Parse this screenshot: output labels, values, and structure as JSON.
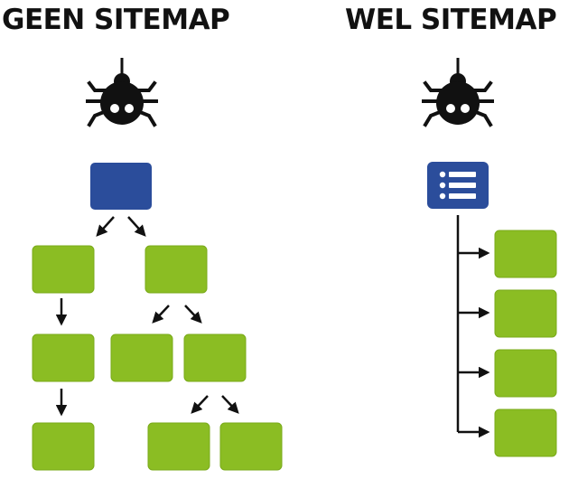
{
  "colors": {
    "box_green": "#8BBD23",
    "box_green_edge": "#7AAA1A",
    "page_blue": "#2B4D9B",
    "arrow": "#111111",
    "spider": "#111111",
    "title_text": "#111111"
  },
  "left": {
    "title": "GEEN SITEMAP",
    "crawler_icon": "spider-icon",
    "root_icon": "webpage-box"
  },
  "right": {
    "title": "WEL SITEMAP",
    "crawler_icon": "spider-icon",
    "root_icon": "list-icon"
  }
}
